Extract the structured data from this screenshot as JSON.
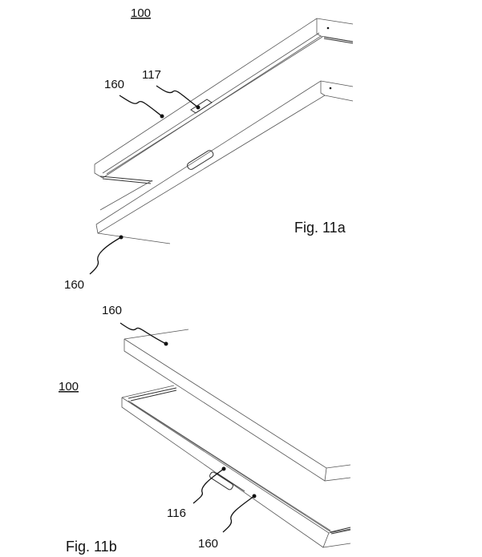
{
  "figures": [
    {
      "id": "fig-11a",
      "caption": "Fig. 11a",
      "assembly_label": "100",
      "callouts": [
        {
          "number": "160",
          "target": "upper frame top face"
        },
        {
          "number": "117",
          "target": "slot on upper frame rail"
        },
        {
          "number": "160",
          "target": "lower frame bottom edge"
        }
      ]
    },
    {
      "id": "fig-11b",
      "caption": "Fig. 11b",
      "assembly_label": "100",
      "callouts": [
        {
          "number": "160",
          "target": "upper frame top face"
        },
        {
          "number": "116",
          "target": "latch on lower frame rail"
        },
        {
          "number": "160",
          "target": "lower frame side face"
        }
      ]
    }
  ]
}
